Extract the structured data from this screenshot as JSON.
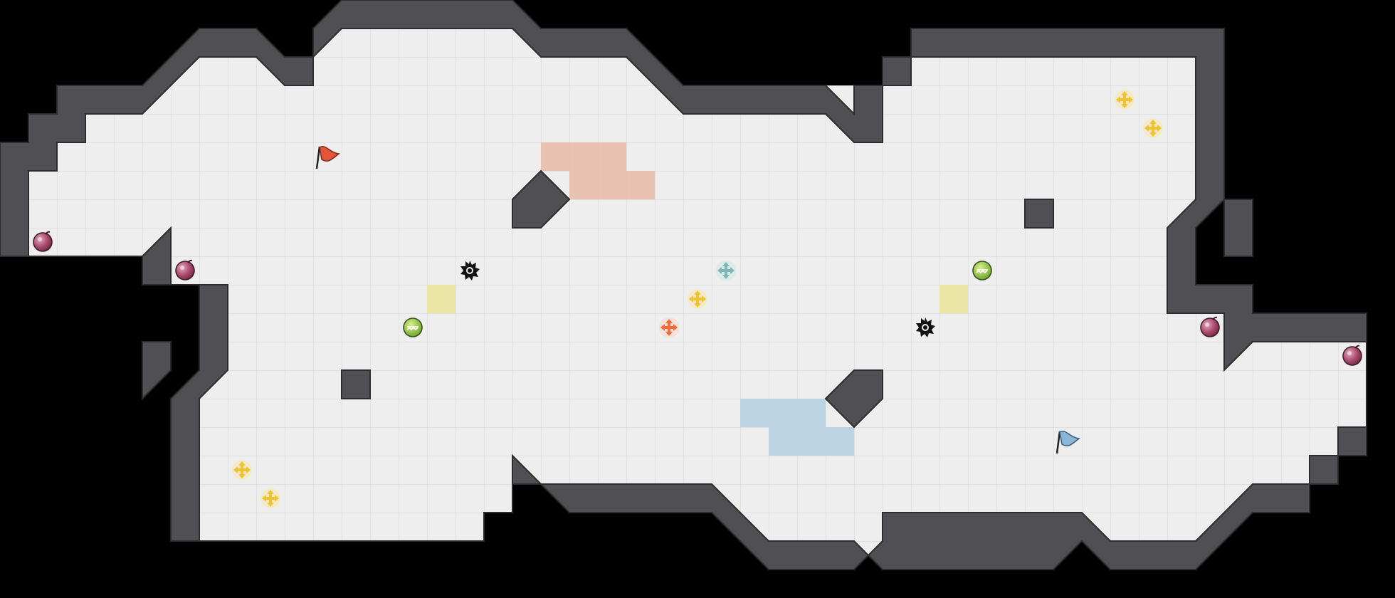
{
  "colors": {
    "background": "#000000",
    "floor": "#eeeeee",
    "grid": "#d9d9d9",
    "wall": "#505054",
    "wall_edge": "#2c2c2e",
    "red_team": "#e8a58e",
    "blue_team": "#a8c8e0",
    "yellow_tile": "#ece6a6",
    "flag_red": "#e5533a",
    "flag_blue": "#8ab6d8",
    "boost_yellow": "#f1c232",
    "boost_red": "#f06c3a",
    "boost_teal": "#7ab7b7",
    "bomb": "#b85b7a",
    "powerup_green": "#9ecb46",
    "spike": "#111111"
  },
  "legend_icons": [
    "red-flag-icon",
    "blue-flag-icon",
    "speed-boost-icon",
    "team-boost-red-icon",
    "team-boost-blue-icon",
    "bomb-icon",
    "powerup-icon",
    "spike-icon",
    "red-endzone-tile",
    "blue-endzone-tile",
    "yellow-gate-tile",
    "wall-block"
  ]
}
